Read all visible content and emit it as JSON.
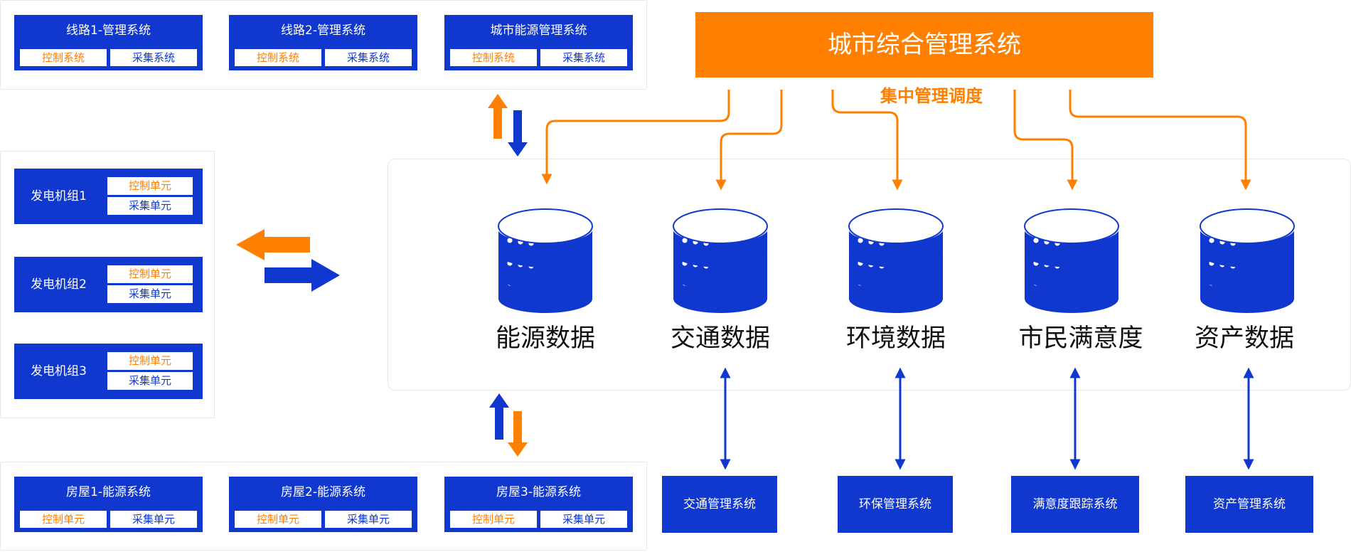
{
  "colors": {
    "blue": "#1038cf",
    "orange": "#ff7f00",
    "text": "#111111"
  },
  "top_systems": [
    {
      "title": "线路1-管理系统",
      "left_label": "控制系统",
      "right_label": "采集系统"
    },
    {
      "title": "线路2-管理系统",
      "left_label": "控制系统",
      "right_label": "采集系统"
    },
    {
      "title": "城市能源管理系统",
      "left_label": "控制系统",
      "right_label": "采集系统"
    }
  ],
  "generators": [
    {
      "title": "发电机组1",
      "top_label": "控制单元",
      "bottom_label": "采集单元"
    },
    {
      "title": "发电机组2",
      "top_label": "控制单元",
      "bottom_label": "采集单元"
    },
    {
      "title": "发电机组3",
      "top_label": "控制单元",
      "bottom_label": "采集单元"
    }
  ],
  "houses": [
    {
      "title": "房屋1-能源系统",
      "left_label": "控制单元",
      "right_label": "采集单元"
    },
    {
      "title": "房屋2-能源系统",
      "left_label": "控制单元",
      "right_label": "采集单元"
    },
    {
      "title": "房屋3-能源系统",
      "left_label": "控制单元",
      "right_label": "采集单元"
    }
  ],
  "central": {
    "title": "城市综合管理系统",
    "dispatch_label": "集中管理调度"
  },
  "databases": [
    {
      "label": "能源数据",
      "icon": "database-icon"
    },
    {
      "label": "交通数据",
      "icon": "database-icon"
    },
    {
      "label": "环境数据",
      "icon": "database-icon"
    },
    {
      "label": "市民满意度",
      "icon": "database-icon"
    },
    {
      "label": "资产数据",
      "icon": "database-icon"
    }
  ],
  "management_systems": [
    {
      "label": "交通管理系统"
    },
    {
      "label": "环保管理系统"
    },
    {
      "label": "满意度跟踪系统"
    },
    {
      "label": "资产管理系统"
    }
  ]
}
